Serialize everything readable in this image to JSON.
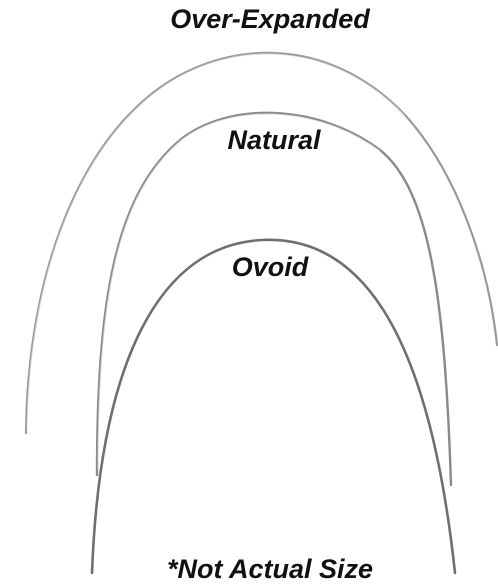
{
  "labels": {
    "over_expanded": "Over-Expanded",
    "natural": "Natural",
    "ovoid": "Ovoid",
    "note": "*Not Actual Size"
  },
  "colors": {
    "background": "#ffffff",
    "text": "#111111",
    "wire": "#8a8a8a"
  }
}
